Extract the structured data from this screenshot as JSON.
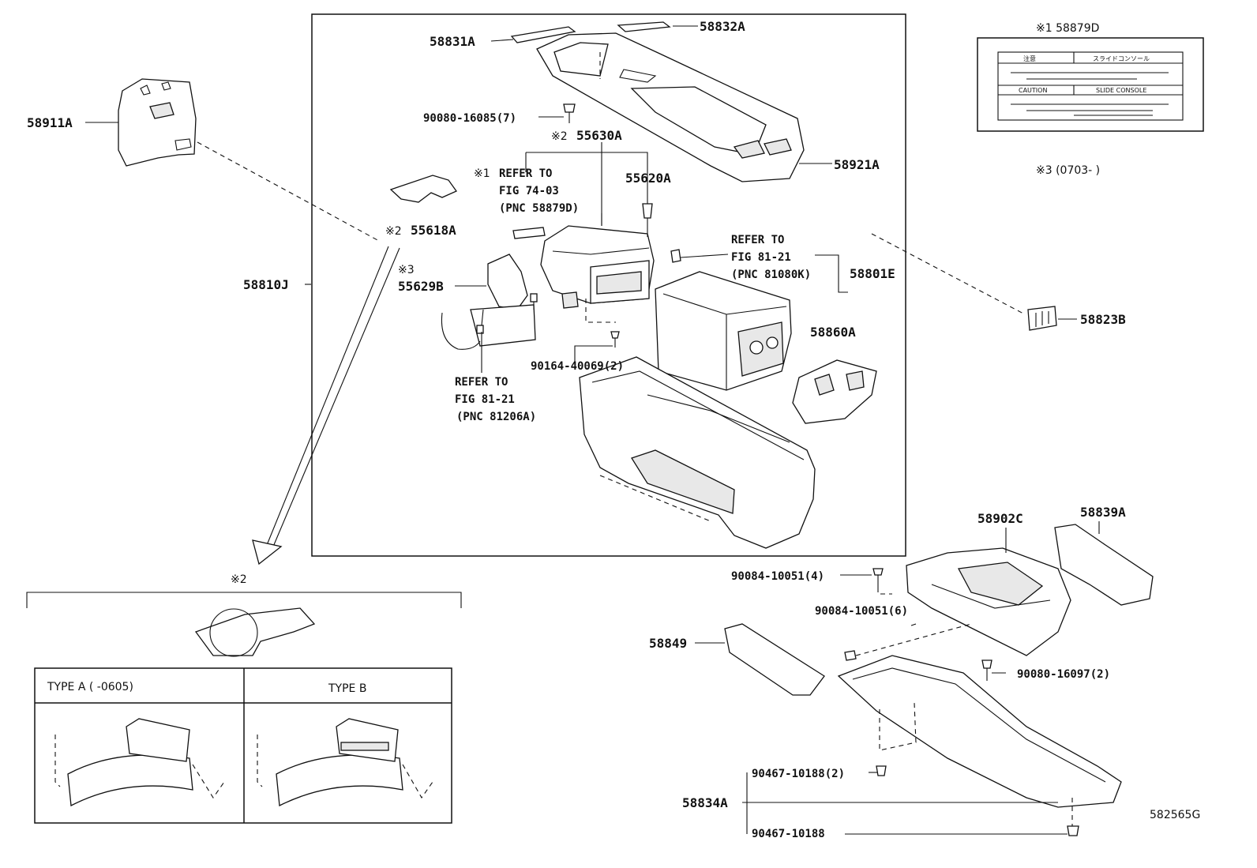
{
  "parts": {
    "p58831A": "58831A",
    "p58832A": "58832A",
    "p58911A": "58911A",
    "p90080_16085": "90080-16085(7)",
    "p55630A": "55630A",
    "p55620A": "55620A",
    "p58921A": "58921A",
    "p55618A": "55618A",
    "p58810J": "58810J",
    "p55629B": "55629B",
    "p58801E": "58801E",
    "p58823B": "58823B",
    "p58860A": "58860A",
    "p90164_40069": "90164-40069(2)",
    "p58902C": "58902C",
    "p58839A": "58839A",
    "p90084_10051_4": "90084-10051(4)",
    "p90084_10051_6": "90084-10051(6)",
    "p58849": "58849",
    "p90080_16097": "90080-16097(2)",
    "p90467_10188_2": "90467-10188(2)",
    "p58834A": "58834A",
    "p90467_10188": "90467-10188"
  },
  "marks": {
    "m2": "※2",
    "m1": "※1",
    "m3": "※3"
  },
  "refs": {
    "r1_line1": "REFER TO",
    "r1_line2": "FIG 74-03",
    "r1_line3": "(PNC 58879D)",
    "r2_line1": "REFER TO",
    "r2_line2": "FIG 81-21",
    "r2_line3": "(PNC 81080K)",
    "r3_line1": "REFER TO",
    "r3_line2": "FIG 81-21",
    "r3_line3": "(PNC 81206A)"
  },
  "label_box": {
    "title": "※1 58879D",
    "caution_jp": "注意",
    "slide_jp": "スライドコンソール",
    "caution_en": "CAUTION",
    "slide_en": "SLIDE CONSOLE"
  },
  "note3": "※3 (0703-    )",
  "detail": {
    "mark": "※2",
    "type_a": "TYPE A  (     -0605)",
    "type_b": "TYPE B"
  },
  "figure_id": "582565G"
}
